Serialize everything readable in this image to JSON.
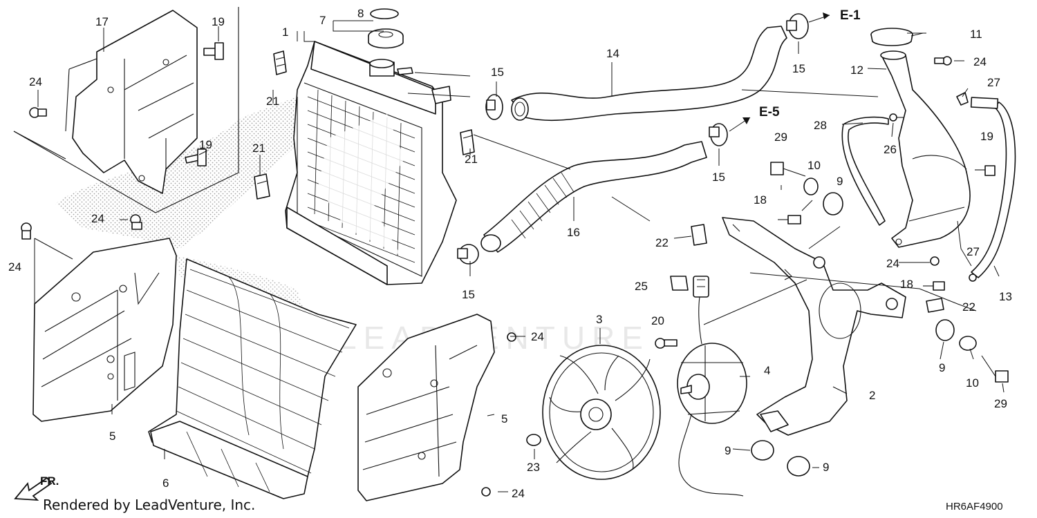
{
  "diagram": {
    "footer_credit": "Rendered by LeadVenture, Inc.",
    "diagram_code": "HR6AF4900",
    "direction_label": "FR.",
    "watermark": "LEADVENTURE",
    "refs": {
      "e1": "E-1",
      "e5": "E-5"
    },
    "callouts": {
      "c1": "1",
      "c2": "2",
      "c3": "3",
      "c4": "4",
      "c5a": "5",
      "c5b": "5",
      "c6": "6",
      "c7": "7",
      "c8": "8",
      "c9a": "9",
      "c9b": "9",
      "c9c": "9",
      "c9d": "9",
      "c10a": "10",
      "c10b": "10",
      "c11": "11",
      "c12": "12",
      "c13": "13",
      "c14": "14",
      "c15a": "15",
      "c15b": "15",
      "c15c": "15",
      "c15d": "15",
      "c16": "16",
      "c17": "17",
      "c18a": "18",
      "c18b": "18",
      "c19a": "19",
      "c19b": "19",
      "c19c": "19",
      "c20": "20",
      "c21a": "21",
      "c21b": "21",
      "c21c": "21",
      "c22a": "22",
      "c22b": "22",
      "c23": "23",
      "c24a": "24",
      "c24b": "24",
      "c24c": "24",
      "c24d": "24",
      "c24e": "24",
      "c24f": "24",
      "c24g": "24",
      "c25": "25",
      "c26": "26",
      "c27a": "27",
      "c27b": "27",
      "c28": "28",
      "c29a": "29",
      "c29b": "29"
    }
  }
}
